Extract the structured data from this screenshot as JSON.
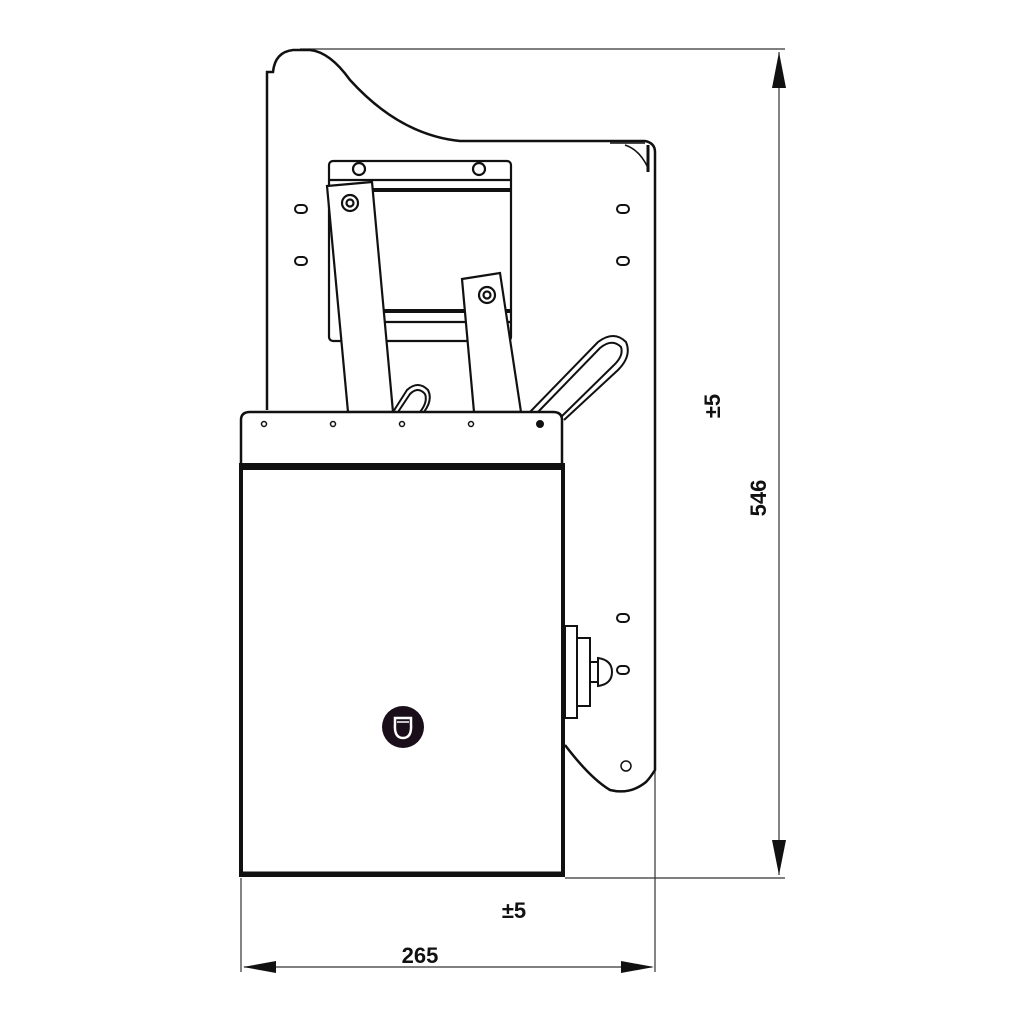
{
  "diagram": {
    "type": "technical-drawing",
    "subject": "pull-out cabinet basket mechanism with front panel, side view",
    "stroke_color": "#111111",
    "background": "#ffffff"
  },
  "dimensions": {
    "height": {
      "value": "546",
      "tolerance": "±5",
      "orientation": "vertical"
    },
    "depth": {
      "value": "265",
      "tolerance": "±5",
      "orientation": "horizontal"
    }
  }
}
